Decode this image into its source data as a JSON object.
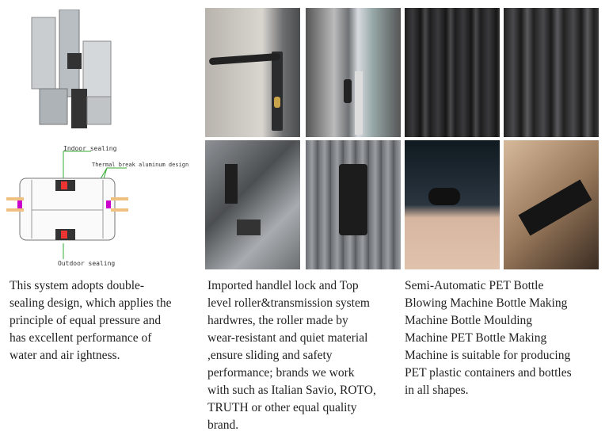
{
  "diagram": {
    "labels": {
      "indoor": "Indoor sealing",
      "thermal": "Thermal break aluminum design",
      "outdoor": "Outdoor sealing"
    }
  },
  "captions": [
    "This system adopts double-\nsealing design, which applies the\nprinciple of equal pressure and\nhas excellent performance of\nwater and air ightness.",
    "Imported handlel lock and Top\nlevel roller&transmission system\nhardwres, the roller made by\nwear-resistant and quiet material\n,ensure sliding and safety\nperformance; brands we work\nwith such as Italian Savio, ROTO,\nTRUTH or other equal quality\nbrand.",
    "Semi-Automatic PET Bottle\nBlowing Machine Bottle Making\nMachine Bottle Moulding\nMachine PET Bottle Making\nMachine is suitable for producing\nPET plastic containers and bottles\nin all shapes."
  ]
}
